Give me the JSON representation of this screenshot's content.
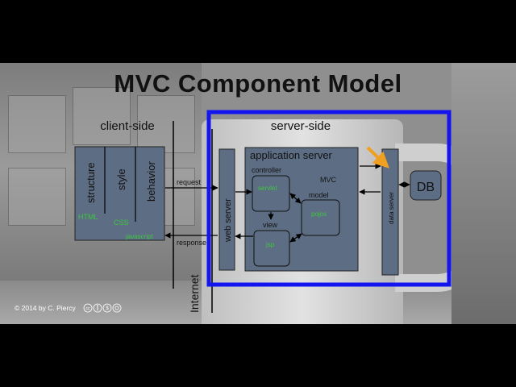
{
  "title": "MVC Component Model",
  "labels": {
    "client_side": "client-side",
    "server_side": "server-side",
    "internet": "Internet"
  },
  "client": {
    "structure": "structure",
    "style": "style",
    "behavior": "behavior",
    "html": "HTML",
    "css": "CSS",
    "javascript": "javascript"
  },
  "arrows": {
    "request": "request",
    "response": "response"
  },
  "server": {
    "web_server": "web server",
    "app_server": "application server",
    "controller": "controller",
    "servlet": "servlet",
    "mvc": "MVC",
    "model": "model",
    "pojos": "pojos",
    "view": "view",
    "jsp": "jsp",
    "data_server": "data server",
    "db": "DB"
  },
  "footer": {
    "copyright": "© 2014 by C. Piercy",
    "license_icons": [
      "cc",
      "by",
      "nc",
      "sa"
    ]
  },
  "colors": {
    "box_fill": "#5d6d84",
    "highlight_border": "#1414f0",
    "accent_arrow": "#f0a020",
    "tech_text": "#3ec83e"
  }
}
